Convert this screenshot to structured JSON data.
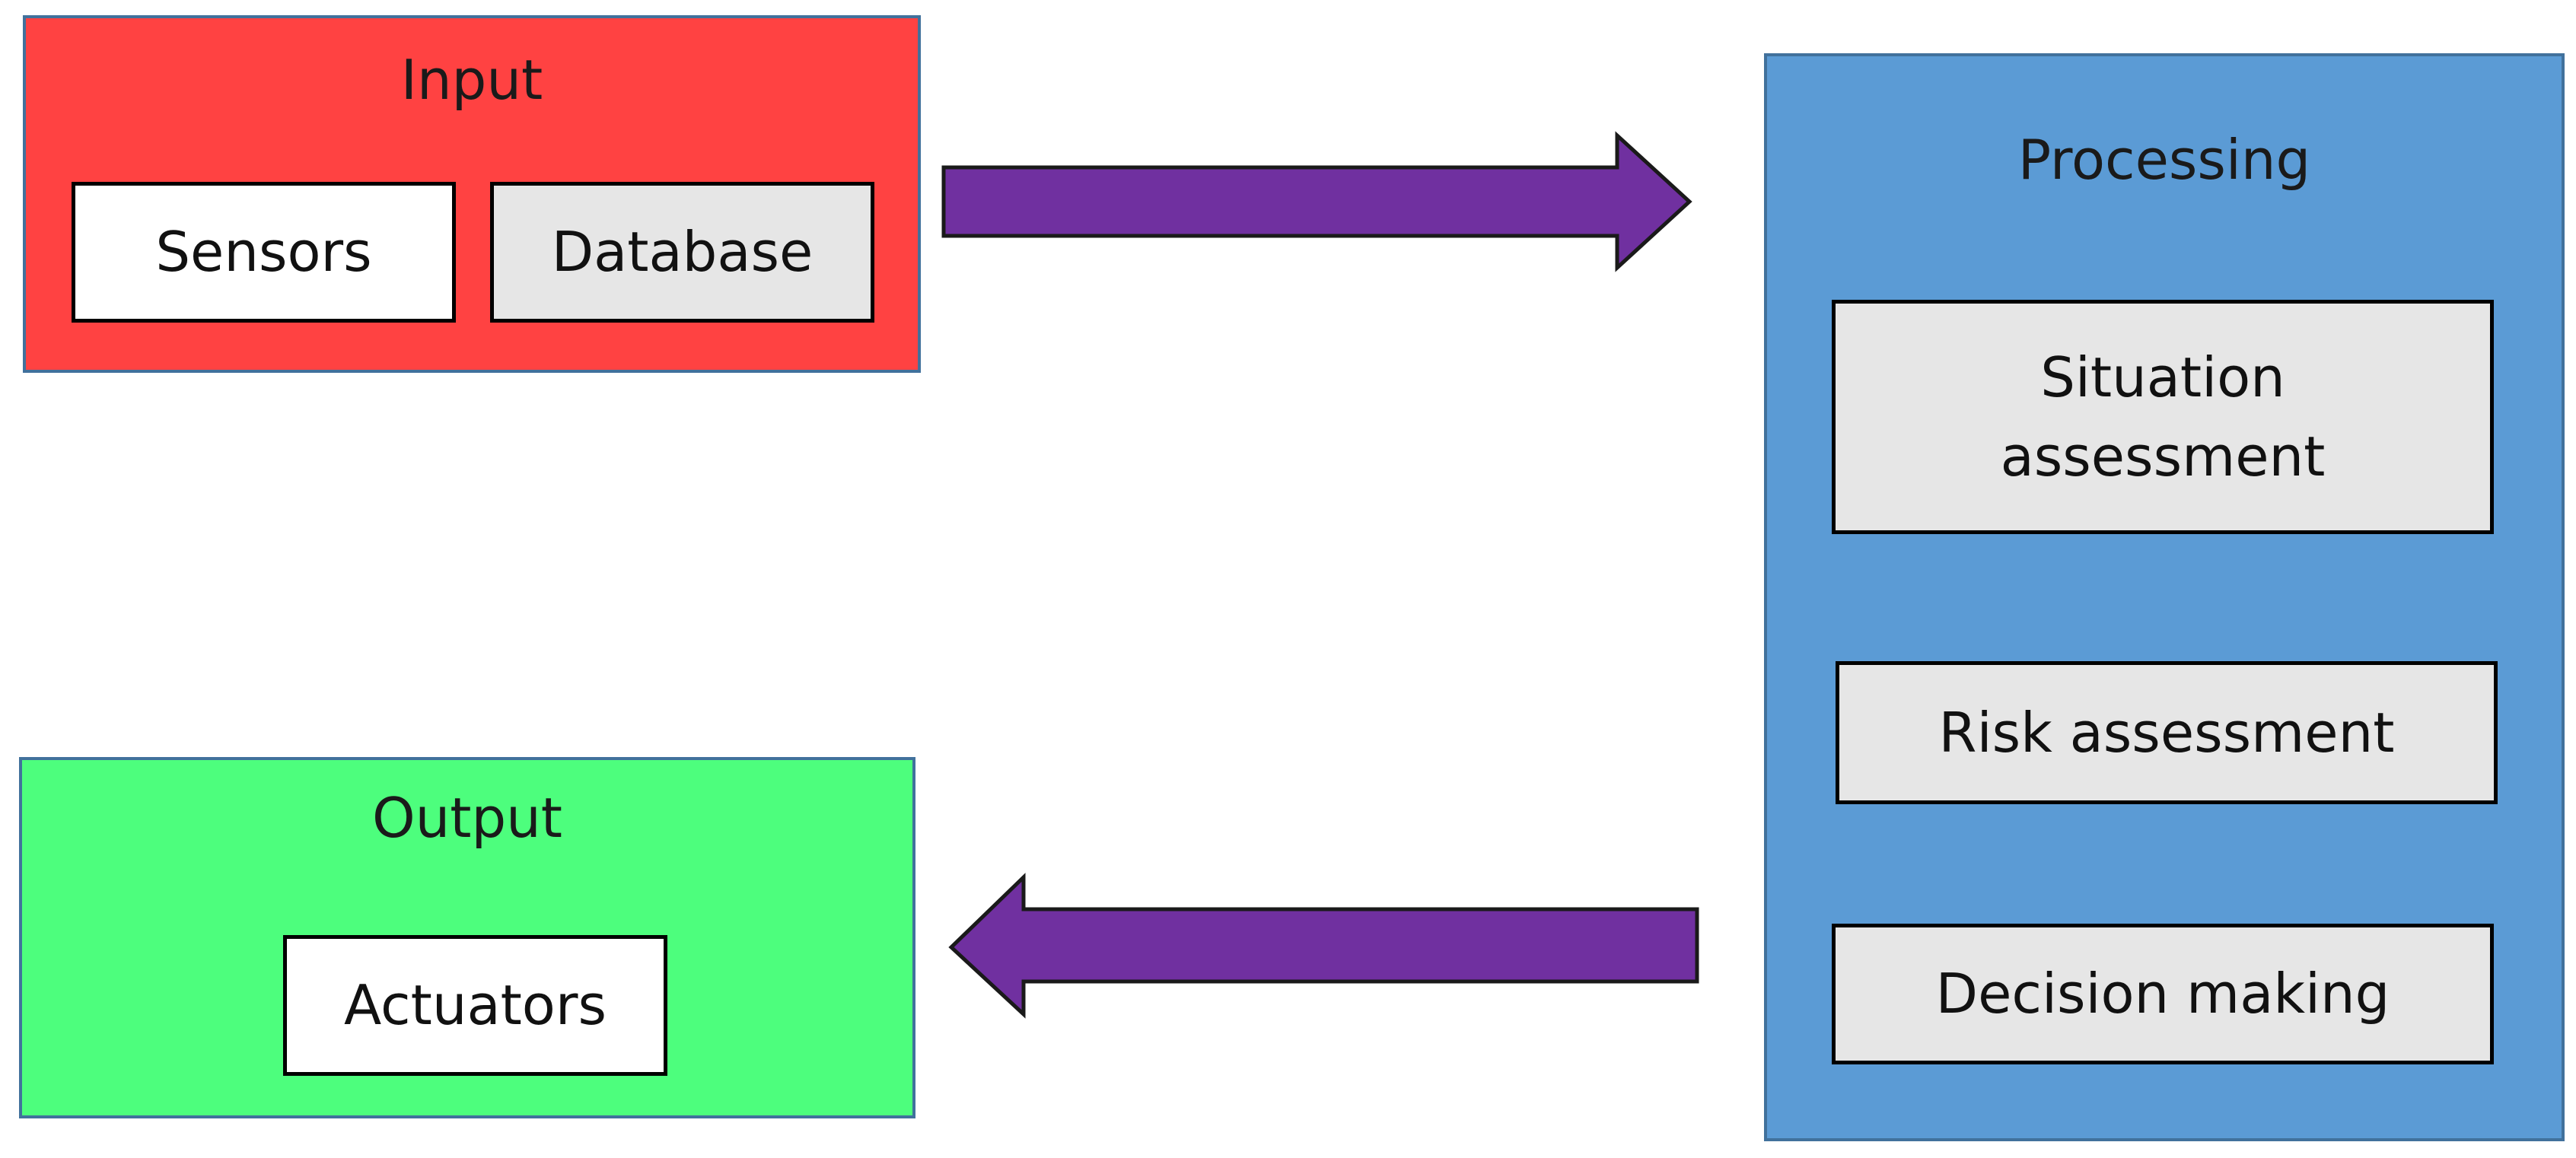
{
  "colors": {
    "input_fill": "#ff4242",
    "processing_fill": "#5b9bd5",
    "output_fill": "#4dfe7d",
    "group_border": "#41719c",
    "arrow_fill": "#7030a0",
    "box_white": "#ffffff",
    "box_grey": "#e6e6e6"
  },
  "input": {
    "title": "Input",
    "items": [
      "Sensors",
      "Database"
    ]
  },
  "processing": {
    "title": "Processing",
    "items": [
      [
        "Situation",
        "assessment"
      ],
      "Risk assessment",
      "Decision making"
    ]
  },
  "output": {
    "title": "Output",
    "items": [
      "Actuators"
    ]
  },
  "arrows": [
    {
      "from": "input",
      "to": "processing",
      "direction": "right"
    },
    {
      "from": "processing",
      "to": "output",
      "direction": "left"
    }
  ]
}
